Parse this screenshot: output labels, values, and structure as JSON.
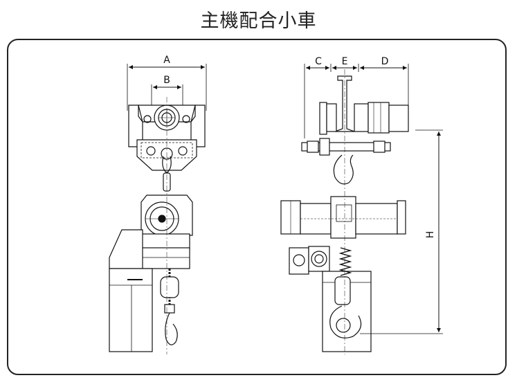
{
  "title": "主機配合小車",
  "dimension_labels": {
    "A": "A",
    "B": "B",
    "C": "C",
    "D": "D",
    "E": "E",
    "H": "H"
  }
}
